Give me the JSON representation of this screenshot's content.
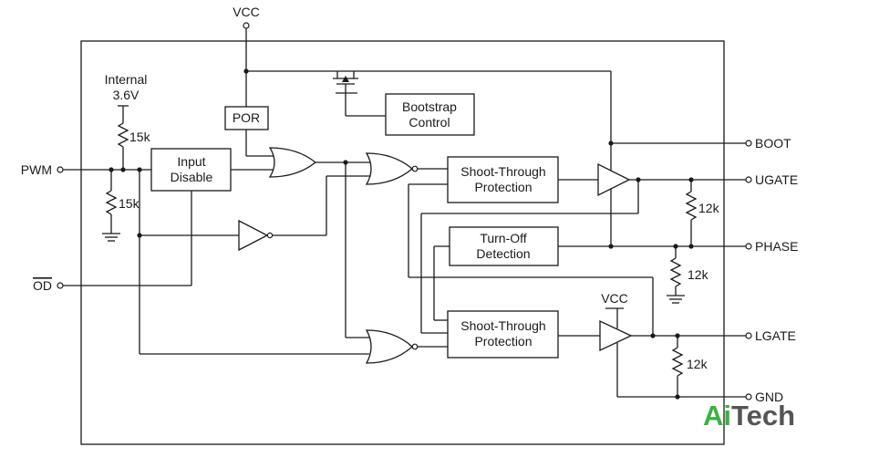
{
  "pins": {
    "vcc_top": "VCC",
    "pwm": "PWM",
    "od": "OD",
    "boot": "BOOT",
    "ugate": "UGATE",
    "phase": "PHASE",
    "lgate": "LGATE",
    "gnd": "GND",
    "vcc_inner": "VCC"
  },
  "labels": {
    "internal_line1": "Internal",
    "internal_line2": "3.6V"
  },
  "blocks": {
    "por": "POR",
    "bootstrap_line1": "Bootstrap",
    "bootstrap_line2": "Control",
    "input_disable_line1": "Input",
    "input_disable_line2": "Disable",
    "shoot_through_upper_line1": "Shoot-Through",
    "shoot_through_upper_line2": "Protection",
    "turn_off_line1": "Turn-Off",
    "turn_off_line2": "Detection",
    "shoot_through_lower_line1": "Shoot-Through",
    "shoot_through_lower_line2": "Protection"
  },
  "resistors": {
    "r_pullup": "15k",
    "r_pulldown": "15k",
    "r_ugate": "12k",
    "r_phase": "12k",
    "r_lgate": "12k"
  },
  "watermark": {
    "part1": "Ai",
    "part2": "Tech",
    "color1": "#3cb043",
    "color2": "#555555"
  }
}
